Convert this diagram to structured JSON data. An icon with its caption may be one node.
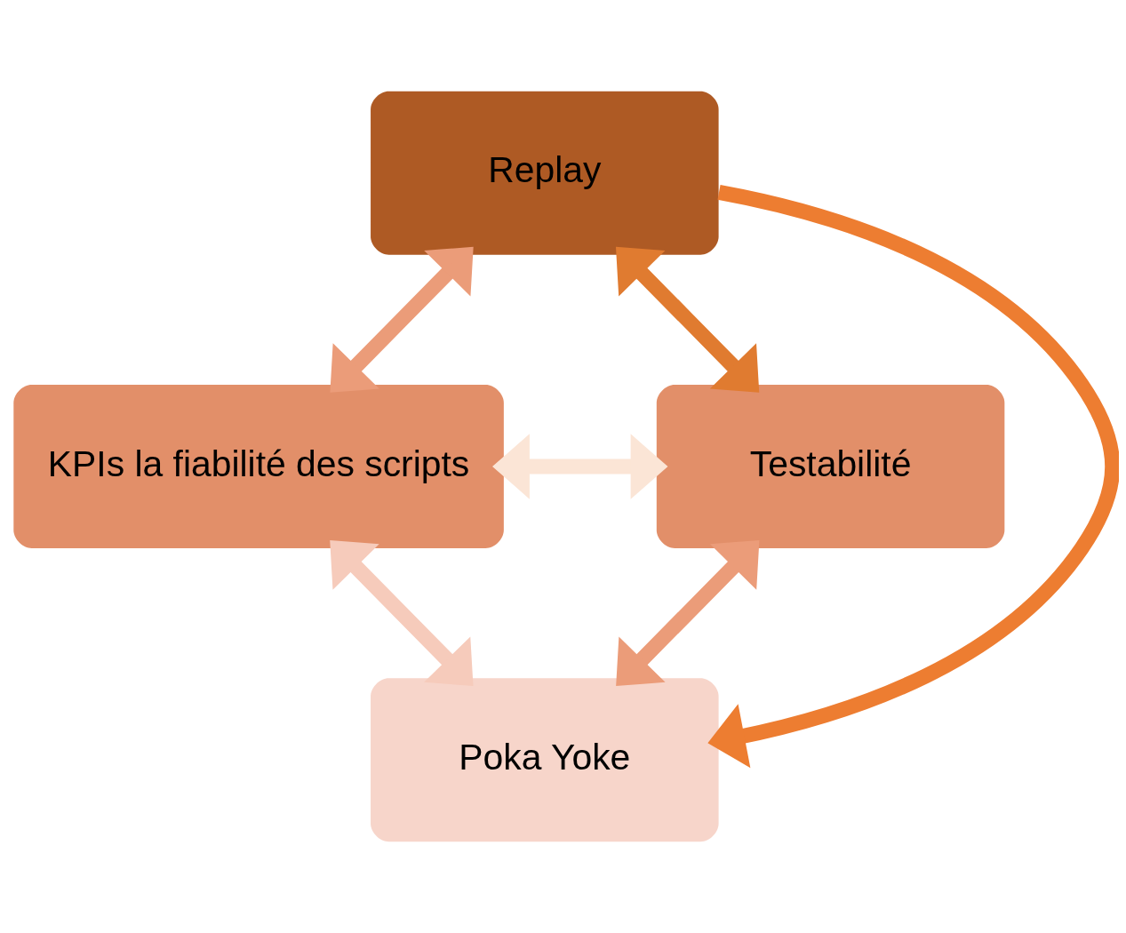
{
  "diagram": {
    "nodes": [
      {
        "text": [
          "Replay"
        ]
      },
      {
        "text": [
          "KPIs la fiabilité des scripts"
        ]
      },
      {
        "text": [
          "Testabilité"
        ]
      },
      {
        "text": [
          "Poka Yoke"
        ]
      }
    ],
    "edges": [
      {
        "from": 0,
        "to": 1,
        "arrow": "both",
        "color": "#eb9c79"
      },
      {
        "from": 0,
        "to": 3,
        "arrow": "to",
        "color": "#ed7d31"
      },
      {
        "from": 0,
        "to": 2,
        "arrow": "both",
        "color": "#e07b30"
      },
      {
        "from": 1,
        "to": 2,
        "arrow": "both",
        "color": "#fbe5d6"
      },
      {
        "from": 1,
        "to": 3,
        "arrow": "both",
        "color": "#f6cbbb"
      },
      {
        "from": 2,
        "to": 3,
        "arrow": "both",
        "color": "#eb9c79"
      }
    ]
  }
}
